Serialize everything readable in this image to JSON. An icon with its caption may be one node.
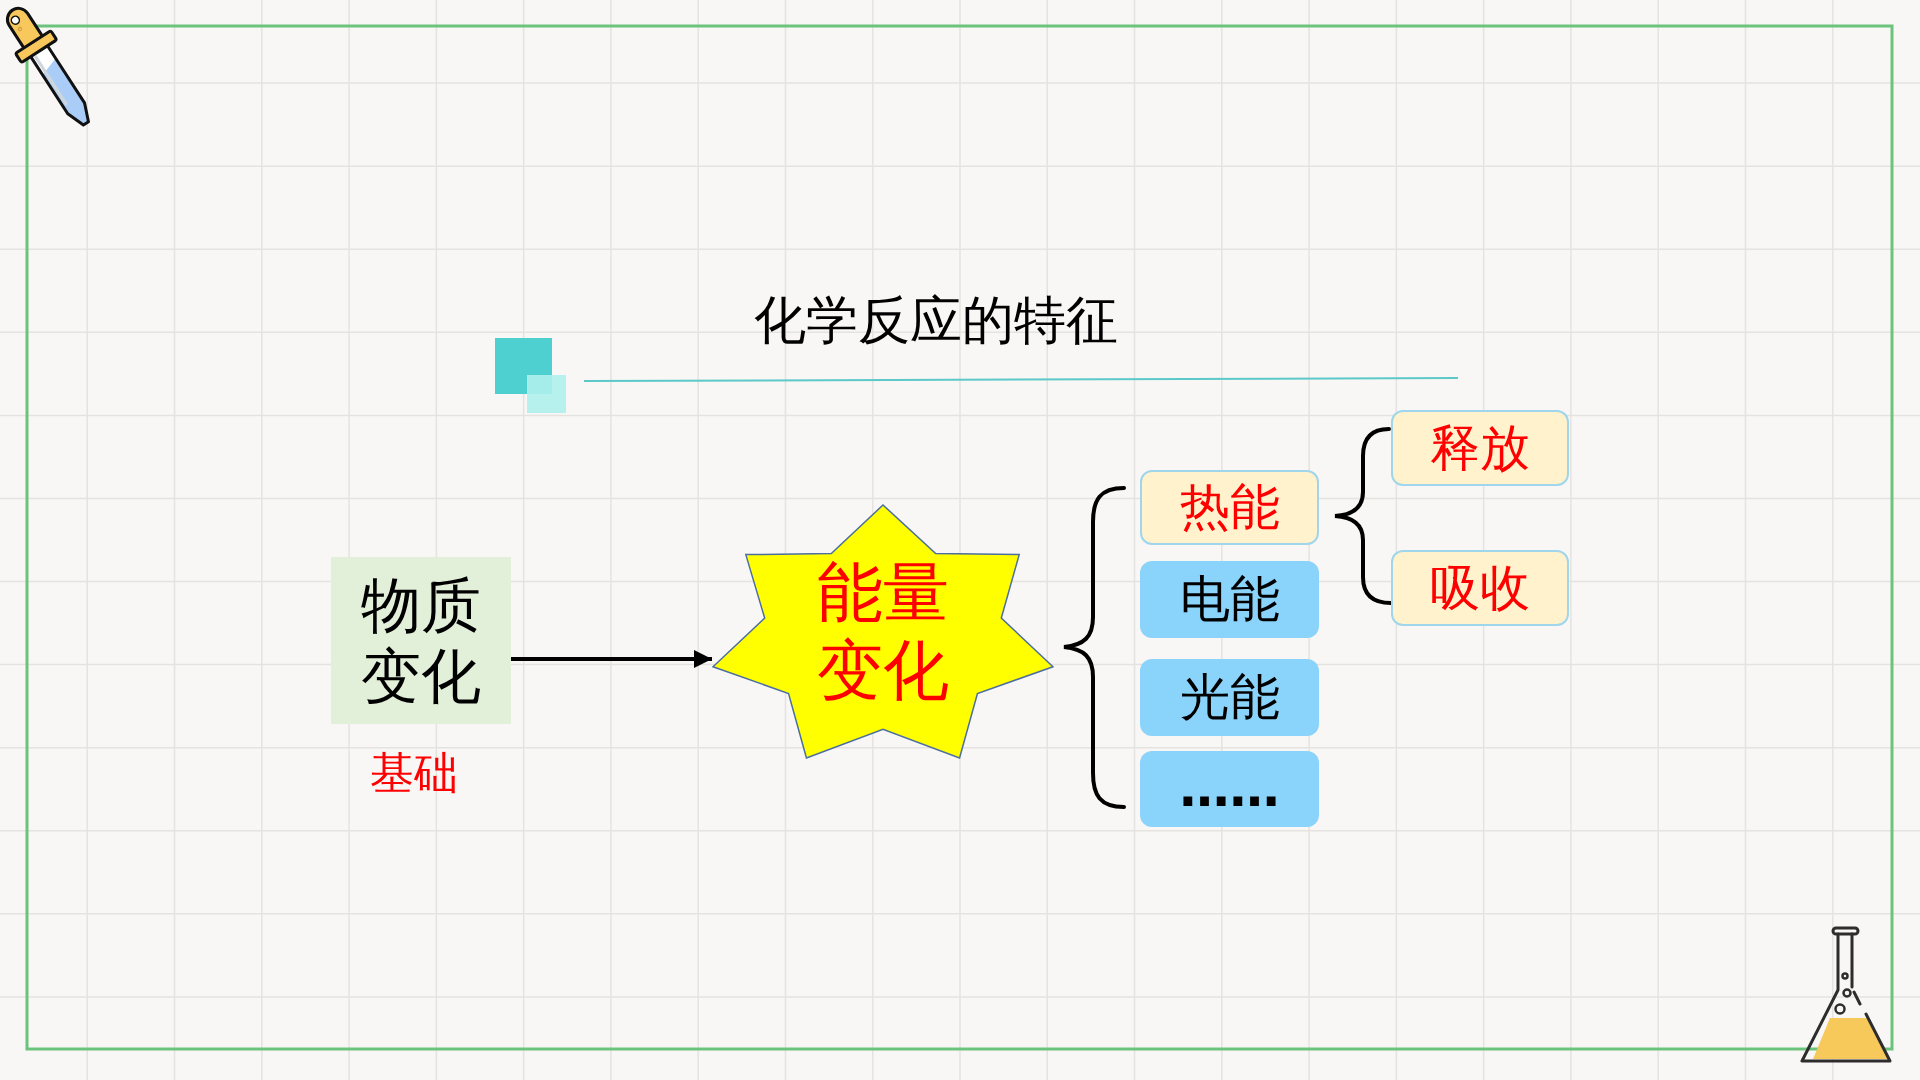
{
  "diagram": {
    "title": "化学反应的特征",
    "nodes": [
      {
        "text": [
          "物质变化"
        ],
        "beside": [
          "基础"
        ]
      },
      {
        "text": [
          "能量变化"
        ]
      },
      {
        "text": [
          "热能"
        ]
      },
      {
        "text": [
          "电能"
        ]
      },
      {
        "text": [
          "光能"
        ]
      },
      {
        "text": [
          "……"
        ]
      },
      {
        "text": [
          "释放"
        ]
      },
      {
        "text": [
          "吸收"
        ]
      }
    ],
    "edges": [
      {
        "from": 0,
        "to": 1,
        "arrow": "to"
      }
    ]
  }
}
